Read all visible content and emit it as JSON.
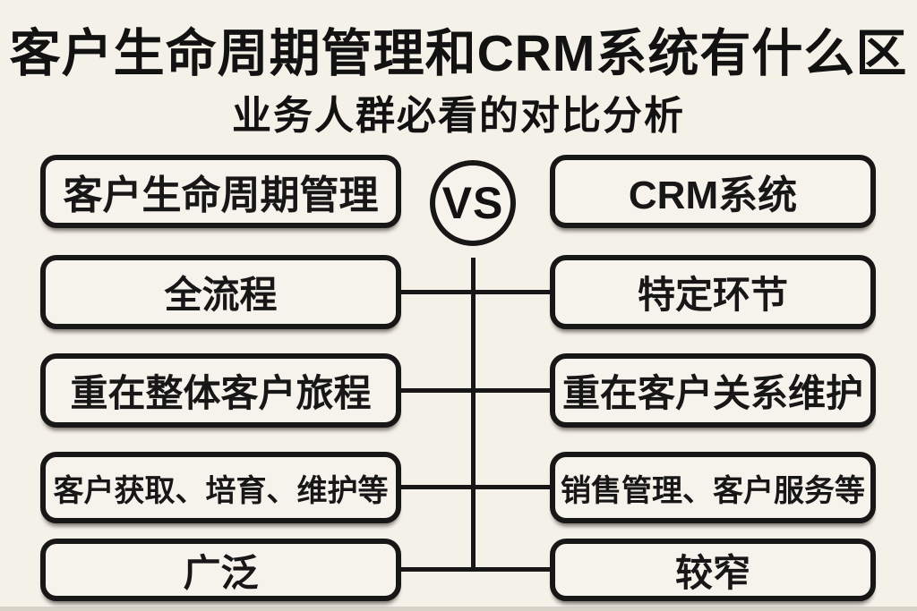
{
  "page": {
    "title": "客户生命周期管理和CRM系统有什么区",
    "subtitle": "业务人群必看的对比分析",
    "vs_label": "VS",
    "colors": {
      "background": "#f4f1e9",
      "ink": "#171717",
      "box_fill": "#f6f3ec"
    }
  },
  "comparison": {
    "left_header": "客户生命周期管理",
    "right_header": "CRM系统",
    "rows": [
      {
        "left": "全流程",
        "right": "特定环节"
      },
      {
        "left": "重在整体客户旅程",
        "right": "重在客户关系维护"
      },
      {
        "left": "客户获取、培育、维护等",
        "right": "销售管理、客户服务等"
      },
      {
        "left": "广泛",
        "right": "较窄"
      }
    ]
  }
}
